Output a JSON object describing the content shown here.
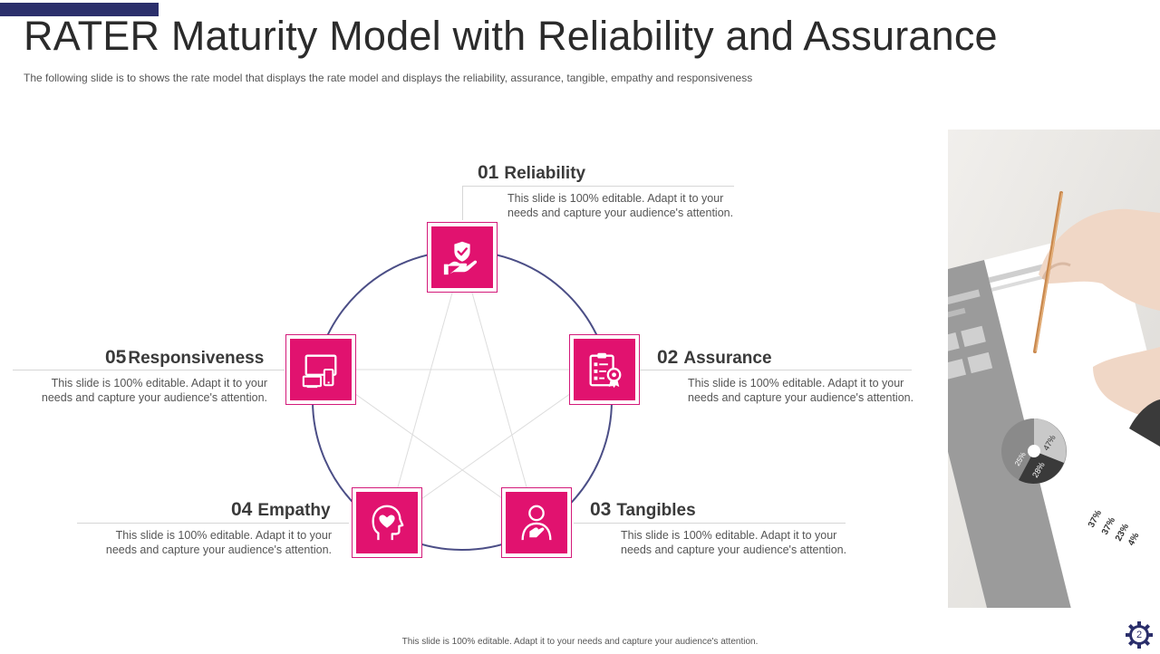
{
  "slide": {
    "title": "RATER Maturity Model with Reliability and Assurance",
    "subtitle": "The following  slide is to shows the rate  model that displays the rate model and displays the reliability,  assurance, tangible,  empathy and responsiveness",
    "footer": "This slide is 100% editable.  Adapt it to your needs and capture your audience's attention.",
    "page_number": "2"
  },
  "items": [
    {
      "num": "01",
      "label": "Reliability",
      "line1": "This slide is 100% editable. Adapt it to your",
      "line2": "needs and capture your audience's attention.",
      "icon": "shield-hand-icon"
    },
    {
      "num": "02",
      "label": "Assurance",
      "line1": "This slide is 100% editable. Adapt it to your",
      "line2": "needs and capture your audience's attention.",
      "icon": "certificate-clipboard-icon"
    },
    {
      "num": "03",
      "label": "Tangibles",
      "line1": "This slide is 100% editable. Adapt it to your",
      "line2": "needs and capture your audience's attention.",
      "icon": "person-hand-icon"
    },
    {
      "num": "04",
      "label": "Empathy",
      "line1": "This slide is 100% editable. Adapt it to your",
      "line2": "needs and capture your audience's attention.",
      "icon": "head-heart-icon"
    },
    {
      "num": "05",
      "label": "Responsiveness",
      "line1": "This slide is 100% editable. Adapt it to your",
      "line2": "needs and capture your audience's attention.",
      "icon": "devices-icon"
    }
  ],
  "photo": {
    "pie_labels": [
      "47%",
      "28%",
      "25%"
    ],
    "stats": [
      "37%",
      "37%",
      "23%",
      "4%"
    ]
  },
  "colors": {
    "accent": "#e1126f",
    "navy": "#2b2f6b",
    "ring": "#4b4e86"
  }
}
